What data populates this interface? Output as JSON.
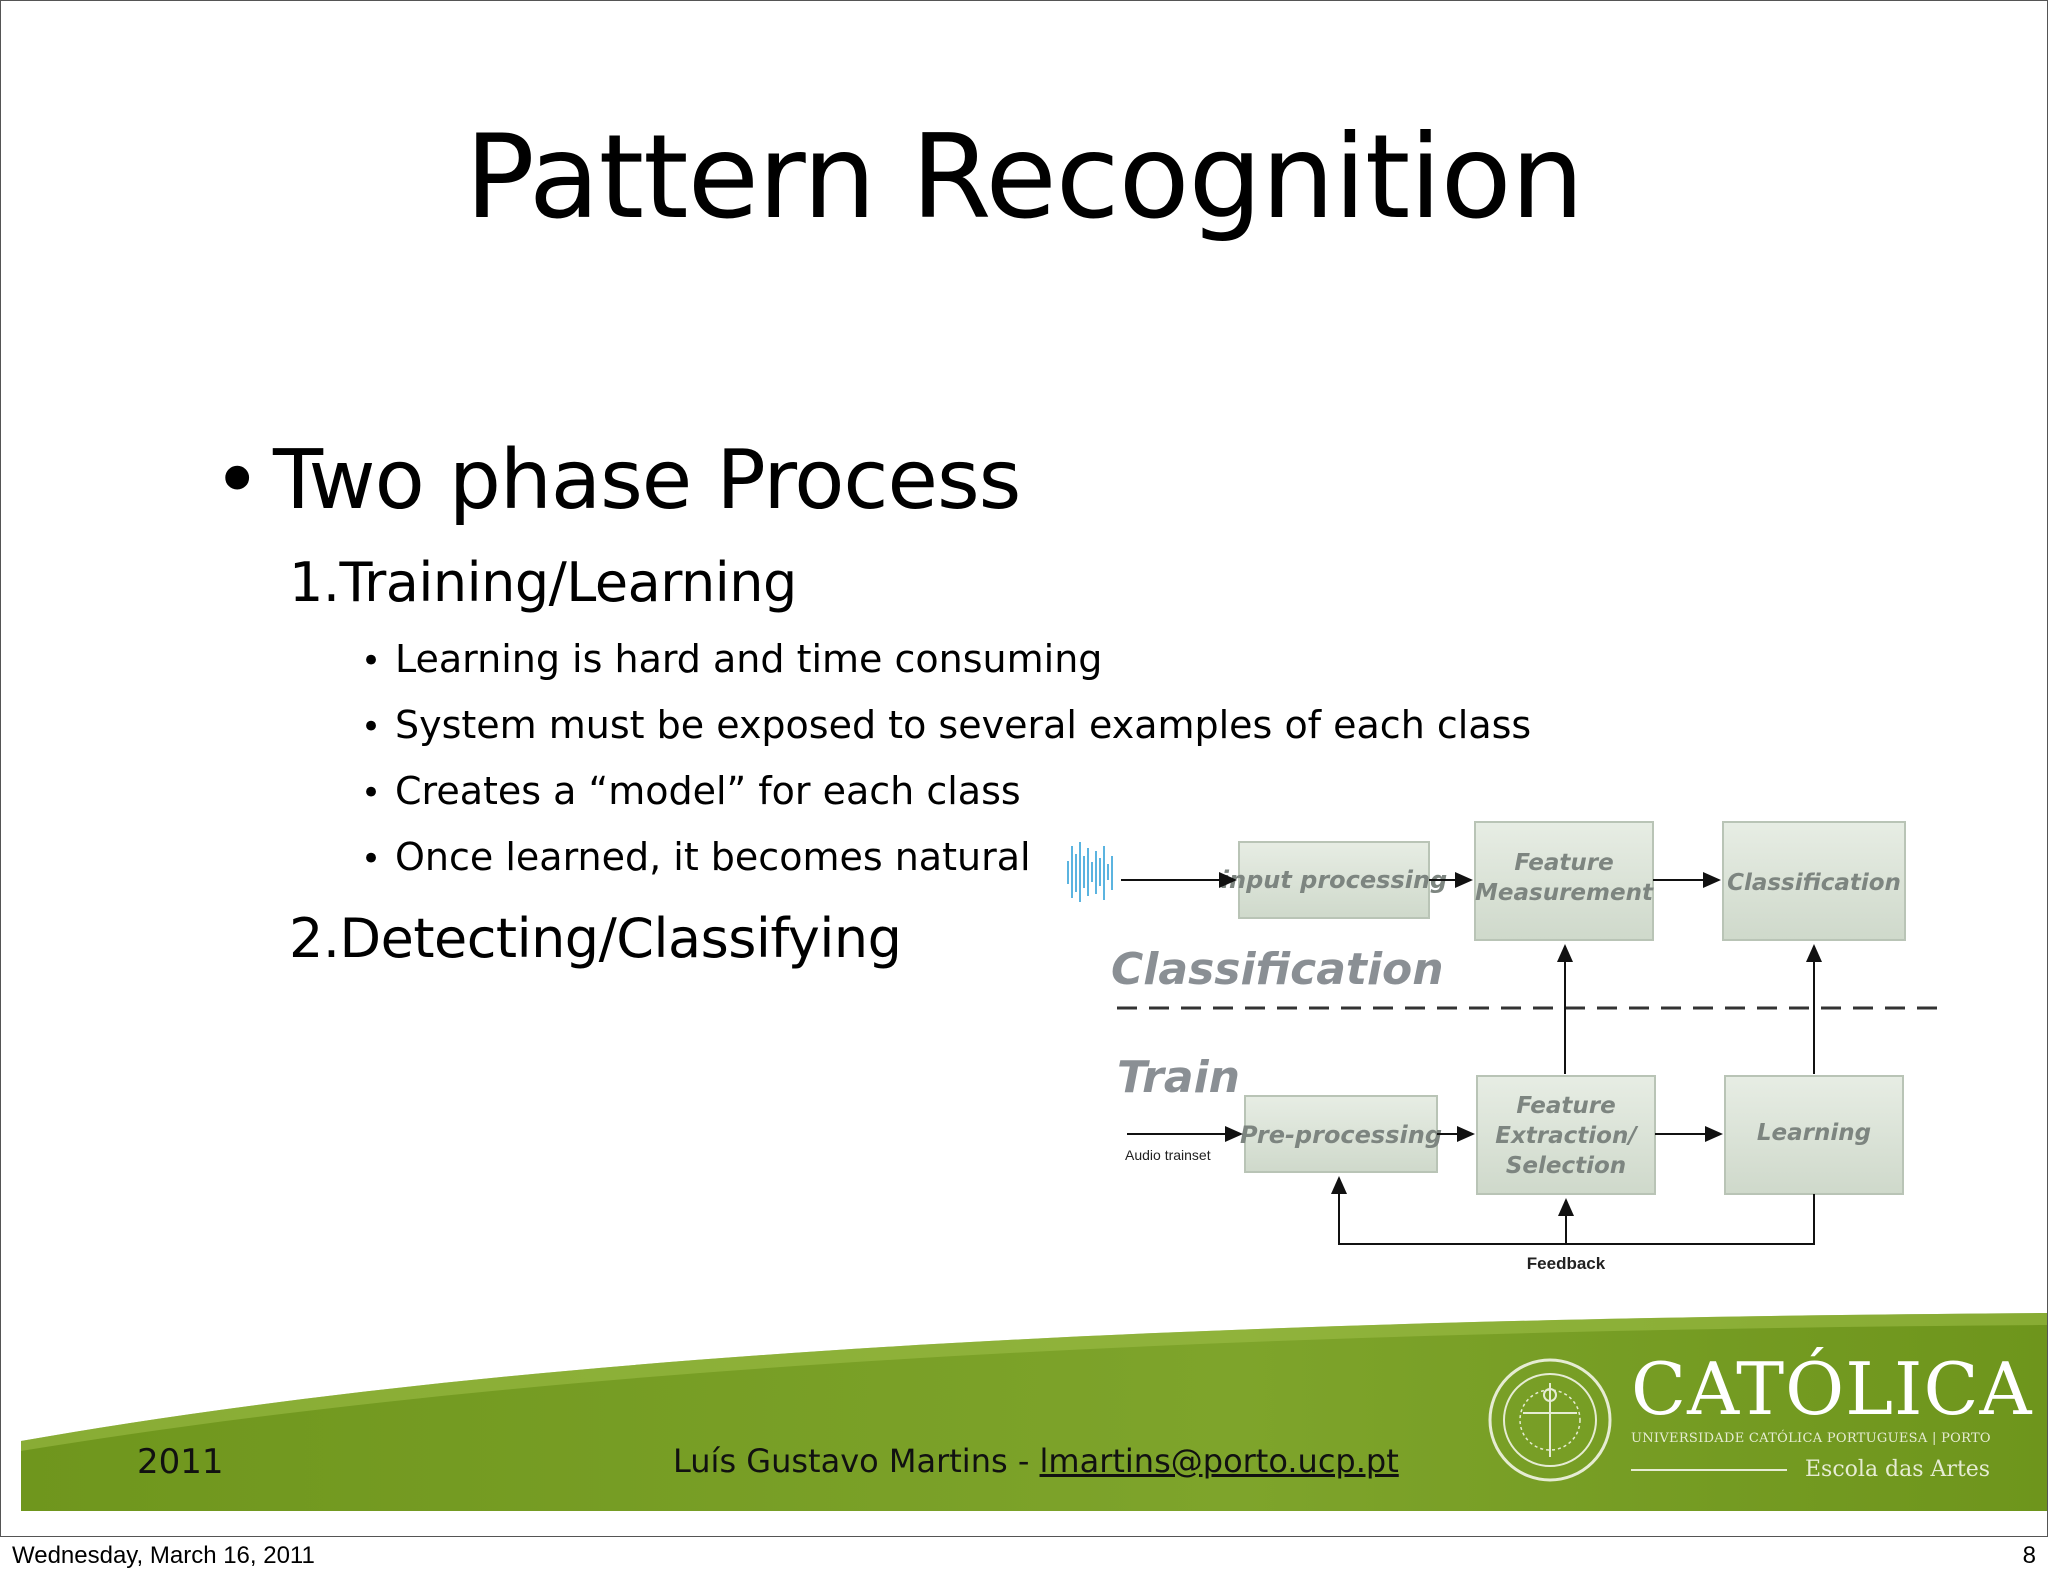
{
  "slide": {
    "title": "Pattern Recognition",
    "bullet_main": "Two phase Process",
    "numbered": [
      {
        "label": "1.Training/Learning"
      },
      {
        "label": "2.Detecting/Classifying"
      }
    ],
    "sub_bullets": [
      "Learning is hard and time consuming",
      "System must be exposed to several examples of each class",
      "Creates a “model” for each class",
      "Once learned, it becomes natural"
    ]
  },
  "diagram": {
    "boxes": {
      "input_processing": "input processing",
      "feature_measurement_1": "Feature",
      "feature_measurement_2": "Measurement",
      "classification": "Classification",
      "pre_processing": "Pre-processing",
      "feature_extraction_1": "Feature",
      "feature_extraction_2": "Extraction/",
      "feature_extraction_3": "Selection",
      "learning": "Learning"
    },
    "phase_classification": "Classification",
    "phase_train": "Train",
    "audio_trainset": "Audio trainset",
    "feedback": "Feedback",
    "colors": {
      "box_fill": "#dde5da",
      "box_stroke": "#b9c4b6",
      "phase_text": "#8a8f94",
      "waveform": "#5bb4e0"
    }
  },
  "footer": {
    "year": "2011",
    "author": "Luís Gustavo Martins - ",
    "email": "lmartins@porto.ucp.pt",
    "brand_name": "CATÓLICA",
    "brand_sub": "UNIVERSIDADE CATÓLICA PORTUGUESA | PORTO",
    "brand_sub2": "Escola das Artes",
    "colors": {
      "band": "#70961e",
      "band_light": "#8db33a"
    }
  },
  "status": {
    "date": "Wednesday, March 16, 2011",
    "page": "8"
  }
}
